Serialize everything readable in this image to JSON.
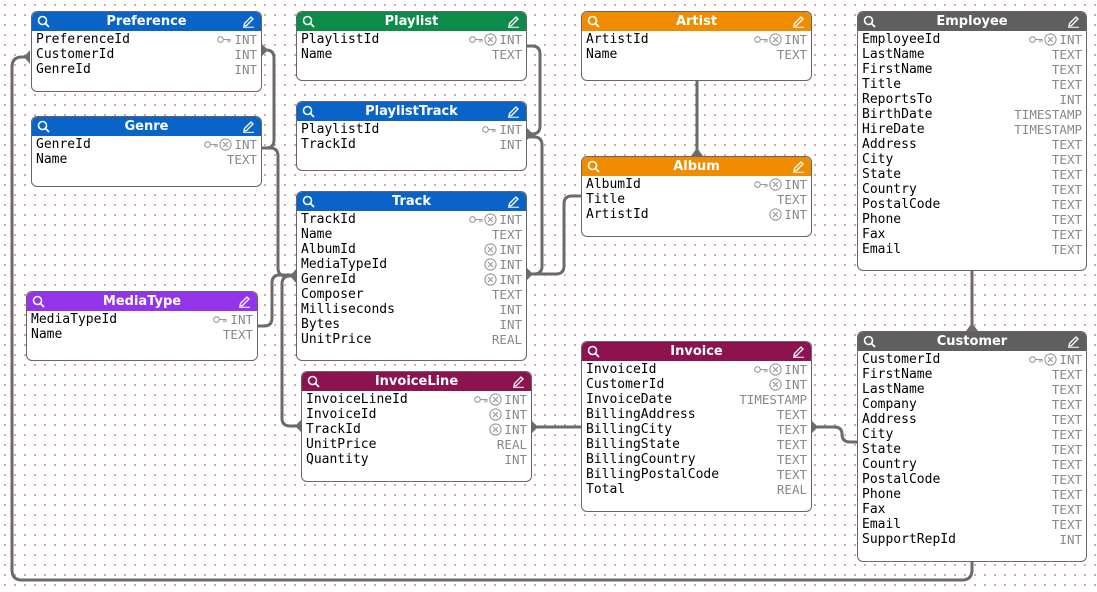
{
  "tables": {
    "preference": {
      "name": "Preference",
      "color": "#0a64c8",
      "fields": [
        {
          "name": "PreferenceId",
          "type": "INT",
          "pk": true
        },
        {
          "name": "CustomerId",
          "type": "INT"
        },
        {
          "name": "GenreId",
          "type": "INT"
        }
      ]
    },
    "genre": {
      "name": "Genre",
      "color": "#0a64c8",
      "fields": [
        {
          "name": "GenreId",
          "type": "INT",
          "pk": true,
          "fk": true
        },
        {
          "name": "Name",
          "type": "TEXT"
        }
      ]
    },
    "mediatype": {
      "name": "MediaType",
      "color": "#9333ea",
      "fields": [
        {
          "name": "MediaTypeId",
          "type": "INT",
          "pk": true
        },
        {
          "name": "Name",
          "type": "TEXT"
        }
      ]
    },
    "playlist": {
      "name": "Playlist",
      "color": "#0e8a4a",
      "fields": [
        {
          "name": "PlaylistId",
          "type": "INT",
          "pk": true,
          "fk": true
        },
        {
          "name": "Name",
          "type": "TEXT"
        }
      ]
    },
    "playlisttrack": {
      "name": "PlaylistTrack",
      "color": "#0a64c8",
      "fields": [
        {
          "name": "PlaylistId",
          "type": "INT",
          "pk": true
        },
        {
          "name": "TrackId",
          "type": "INT"
        }
      ]
    },
    "track": {
      "name": "Track",
      "color": "#0a64c8",
      "fields": [
        {
          "name": "TrackId",
          "type": "INT",
          "pk": true,
          "fk": true
        },
        {
          "name": "Name",
          "type": "TEXT"
        },
        {
          "name": "AlbumId",
          "type": "INT",
          "fk": true
        },
        {
          "name": "MediaTypeId",
          "type": "INT",
          "fk": true
        },
        {
          "name": "GenreId",
          "type": "INT",
          "fk": true
        },
        {
          "name": "Composer",
          "type": "TEXT"
        },
        {
          "name": "Milliseconds",
          "type": "INT"
        },
        {
          "name": "Bytes",
          "type": "INT"
        },
        {
          "name": "UnitPrice",
          "type": "REAL"
        }
      ]
    },
    "invoiceline": {
      "name": "InvoiceLine",
      "color": "#8c1250",
      "fields": [
        {
          "name": "InvoiceLineId",
          "type": "INT",
          "pk": true,
          "fk": true
        },
        {
          "name": "InvoiceId",
          "type": "INT",
          "fk": true
        },
        {
          "name": "TrackId",
          "type": "INT",
          "fk": true
        },
        {
          "name": "UnitPrice",
          "type": "REAL"
        },
        {
          "name": "Quantity",
          "type": "INT"
        }
      ]
    },
    "artist": {
      "name": "Artist",
      "color": "#f08c00",
      "fields": [
        {
          "name": "ArtistId",
          "type": "INT",
          "pk": true,
          "fk": true
        },
        {
          "name": "Name",
          "type": "TEXT"
        }
      ]
    },
    "album": {
      "name": "Album",
      "color": "#f08c00",
      "fields": [
        {
          "name": "AlbumId",
          "type": "INT",
          "pk": true,
          "fk": true
        },
        {
          "name": "Title",
          "type": "TEXT"
        },
        {
          "name": "ArtistId",
          "type": "INT",
          "fk": true
        }
      ]
    },
    "invoice": {
      "name": "Invoice",
      "color": "#8c1250",
      "fields": [
        {
          "name": "InvoiceId",
          "type": "INT",
          "pk": true,
          "fk": true
        },
        {
          "name": "CustomerId",
          "type": "INT",
          "fk": true
        },
        {
          "name": "InvoiceDate",
          "type": "TIMESTAMP"
        },
        {
          "name": "BillingAddress",
          "type": "TEXT"
        },
        {
          "name": "BillingCity",
          "type": "TEXT"
        },
        {
          "name": "BillingState",
          "type": "TEXT"
        },
        {
          "name": "BillingCountry",
          "type": "TEXT"
        },
        {
          "name": "BillingPostalCode",
          "type": "TEXT"
        },
        {
          "name": "Total",
          "type": "REAL"
        }
      ]
    },
    "employee": {
      "name": "Employee",
      "color": "#5f5f5f",
      "fields": [
        {
          "name": "EmployeeId",
          "type": "INT",
          "pk": true,
          "fk": true
        },
        {
          "name": "LastName",
          "type": "TEXT"
        },
        {
          "name": "FirstName",
          "type": "TEXT"
        },
        {
          "name": "Title",
          "type": "TEXT"
        },
        {
          "name": "ReportsTo",
          "type": "INT"
        },
        {
          "name": "BirthDate",
          "type": "TIMESTAMP"
        },
        {
          "name": "HireDate",
          "type": "TIMESTAMP"
        },
        {
          "name": "Address",
          "type": "TEXT"
        },
        {
          "name": "City",
          "type": "TEXT"
        },
        {
          "name": "State",
          "type": "TEXT"
        },
        {
          "name": "Country",
          "type": "TEXT"
        },
        {
          "name": "PostalCode",
          "type": "TEXT"
        },
        {
          "name": "Phone",
          "type": "TEXT"
        },
        {
          "name": "Fax",
          "type": "TEXT"
        },
        {
          "name": "Email",
          "type": "TEXT"
        }
      ]
    },
    "customer": {
      "name": "Customer",
      "color": "#5f5f5f",
      "fields": [
        {
          "name": "CustomerId",
          "type": "INT",
          "pk": true,
          "fk": true
        },
        {
          "name": "FirstName",
          "type": "TEXT"
        },
        {
          "name": "LastName",
          "type": "TEXT"
        },
        {
          "name": "Company",
          "type": "TEXT"
        },
        {
          "name": "Address",
          "type": "TEXT"
        },
        {
          "name": "City",
          "type": "TEXT"
        },
        {
          "name": "State",
          "type": "TEXT"
        },
        {
          "name": "Country",
          "type": "TEXT"
        },
        {
          "name": "PostalCode",
          "type": "TEXT"
        },
        {
          "name": "Phone",
          "type": "TEXT"
        },
        {
          "name": "Fax",
          "type": "TEXT"
        },
        {
          "name": "Email",
          "type": "TEXT"
        },
        {
          "name": "SupportRepId",
          "type": "INT"
        }
      ]
    }
  },
  "colors": {
    "connector": "#6b6b6b",
    "border": "#666666"
  }
}
